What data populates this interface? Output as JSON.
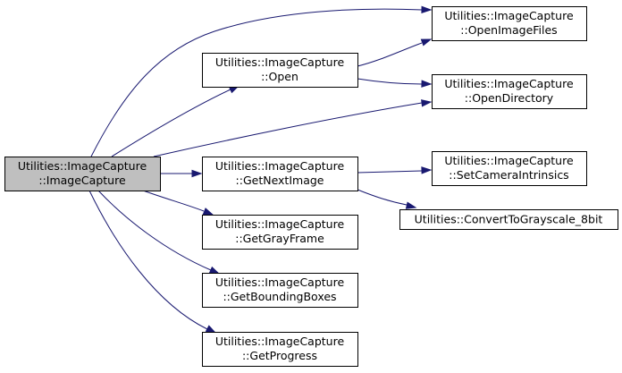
{
  "diagram": {
    "background": "#ffffff",
    "edge_color": "#191970",
    "root_fill": "#bfbfbf",
    "node_fill": "#ffffff",
    "nodes": [
      {
        "id": "root",
        "lines": [
          "Utilities::ImageCapture",
          "::ImageCapture"
        ],
        "root": true
      },
      {
        "id": "openimagefiles",
        "lines": [
          "Utilities::ImageCapture",
          "::OpenImageFiles"
        ]
      },
      {
        "id": "open",
        "lines": [
          "Utilities::ImageCapture",
          "::Open"
        ]
      },
      {
        "id": "opendirectory",
        "lines": [
          "Utilities::ImageCapture",
          "::OpenDirectory"
        ]
      },
      {
        "id": "getnextimage",
        "lines": [
          "Utilities::ImageCapture",
          "::GetNextImage"
        ]
      },
      {
        "id": "setcameraintrinsics",
        "lines": [
          "Utilities::ImageCapture",
          "::SetCameraIntrinsics"
        ]
      },
      {
        "id": "converttograyscale",
        "lines": [
          "Utilities::ConvertToGrayscale_8bit"
        ]
      },
      {
        "id": "getgrayframe",
        "lines": [
          "Utilities::ImageCapture",
          "::GetGrayFrame"
        ]
      },
      {
        "id": "getboundingboxes",
        "lines": [
          "Utilities::ImageCapture",
          "::GetBoundingBoxes"
        ]
      },
      {
        "id": "getprogress",
        "lines": [
          "Utilities::ImageCapture",
          "::GetProgress"
        ]
      }
    ],
    "edges": [
      {
        "from": "root",
        "to": "openimagefiles"
      },
      {
        "from": "root",
        "to": "open"
      },
      {
        "from": "root",
        "to": "opendirectory"
      },
      {
        "from": "root",
        "to": "getnextimage"
      },
      {
        "from": "root",
        "to": "getgrayframe"
      },
      {
        "from": "root",
        "to": "getboundingboxes"
      },
      {
        "from": "root",
        "to": "getprogress"
      },
      {
        "from": "open",
        "to": "openimagefiles"
      },
      {
        "from": "open",
        "to": "opendirectory"
      },
      {
        "from": "getnextimage",
        "to": "setcameraintrinsics"
      },
      {
        "from": "getnextimage",
        "to": "converttograyscale"
      }
    ]
  }
}
